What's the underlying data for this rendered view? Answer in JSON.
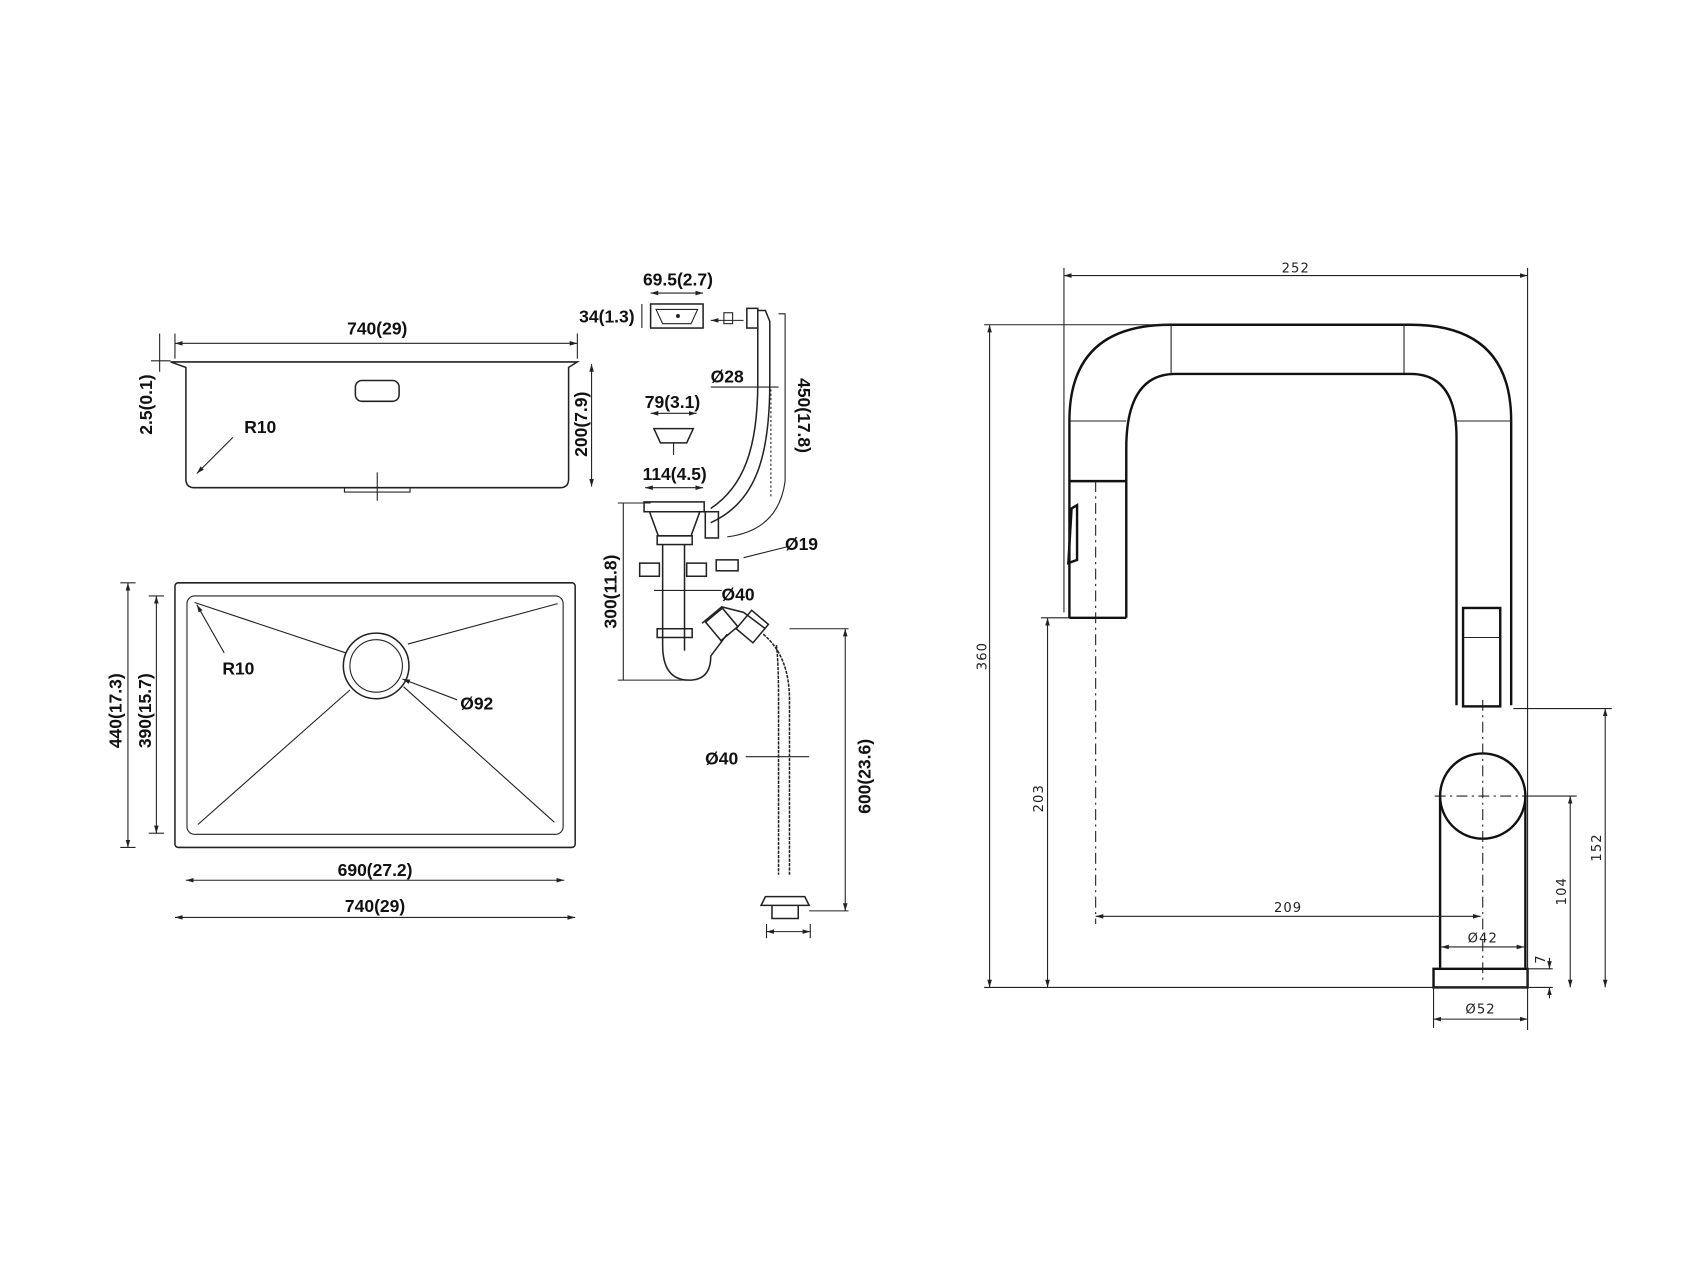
{
  "sink_side_view": {
    "width_label": "740(29)",
    "rim_label": "2.5(0.1)",
    "depth_label": "200(7.9)",
    "radius_label": "R10"
  },
  "sink_plan_view": {
    "outer_depth_label": "440(17.3)",
    "inner_depth_label": "390(15.7)",
    "radius_label": "R10",
    "drain_label": "Ø92",
    "inner_width_label": "690(27.2)",
    "outer_width_label": "740(29)"
  },
  "drain_kit": {
    "overflow_width": "69.5(2.7)",
    "overflow_height": "34(1.3)",
    "hose_dia": "Ø28",
    "hose_length": "450(17.8)",
    "basket_dia": "79(3.1)",
    "flange_dia": "114(4.5)",
    "inlet_dia": "Ø19",
    "trap_height": "300(11.8)",
    "pipe_dia": "Ø40",
    "outlet_dia": "Ø40",
    "outlet_length": "600(23.6)"
  },
  "faucet": {
    "reach": "252",
    "height": "360",
    "spout_height": "203",
    "spout_reach": "209",
    "handle_height": "152",
    "knob_height": "104",
    "body_dia": "Ø42",
    "base_height": "7",
    "base_dia": "Ø52"
  }
}
